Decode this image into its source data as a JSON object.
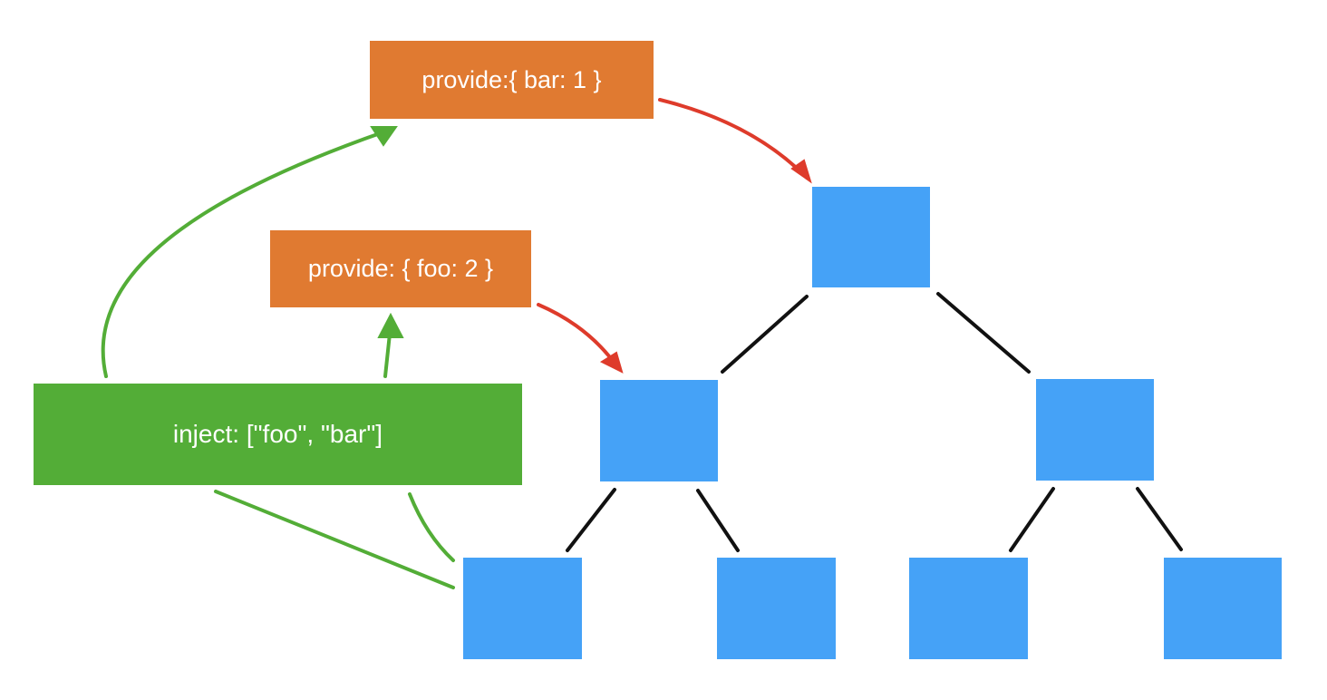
{
  "provide_bar": {
    "text": "provide:{ bar: 1 }"
  },
  "provide_foo": {
    "text": "provide: { foo: 2 }"
  },
  "inject": {
    "text": "inject: [\"foo\", \"bar\"]"
  },
  "colors": {
    "provide_box": "#e07a31",
    "inject_box": "#53ad37",
    "tree_node": "#45a2f7",
    "tree_edge": "#111111",
    "provide_arrow": "#de3b2b",
    "inject_arrow": "#53ad37",
    "label_text": "#ffffff"
  },
  "tree": {
    "nodes": [
      "root",
      "left-child",
      "right-child",
      "left-left-leaf",
      "left-right-leaf",
      "right-left-leaf",
      "right-right-leaf"
    ],
    "edges": [
      [
        "root",
        "left-child"
      ],
      [
        "root",
        "right-child"
      ],
      [
        "left-child",
        "left-left-leaf"
      ],
      [
        "left-child",
        "left-right-leaf"
      ],
      [
        "right-child",
        "right-left-leaf"
      ],
      [
        "right-child",
        "right-right-leaf"
      ]
    ]
  }
}
